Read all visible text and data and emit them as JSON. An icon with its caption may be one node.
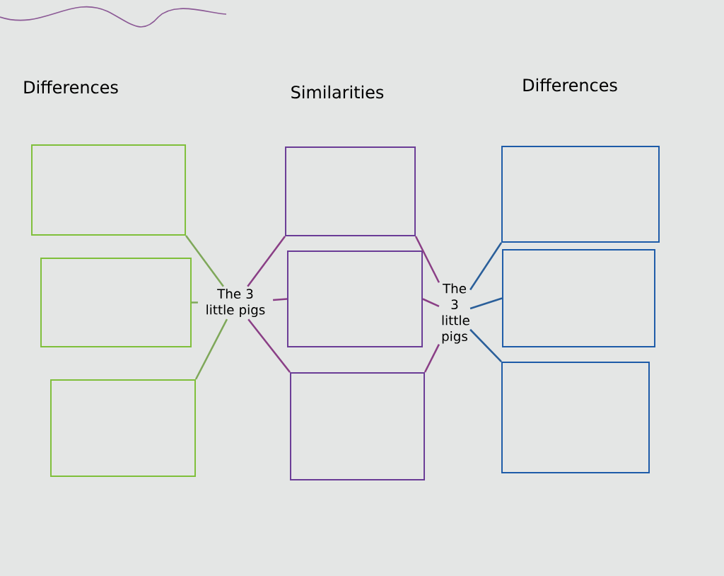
{
  "diagram": {
    "nodes": [
      {
        "text": [],
        "shape": "box"
      },
      {
        "text": [],
        "shape": "box"
      },
      {
        "text": [],
        "shape": "box"
      },
      {
        "text": [
          "The 3 little pigs"
        ]
      },
      {
        "text": [],
        "shape": "box"
      },
      {
        "text": [],
        "shape": "box"
      },
      {
        "text": [],
        "shape": "box"
      },
      {
        "text": [
          "The 3 little pigs"
        ]
      },
      {
        "text": [],
        "shape": "box"
      },
      {
        "text": [],
        "shape": "box"
      },
      {
        "text": [],
        "shape": "box"
      }
    ],
    "edges": [
      {
        "from": 3,
        "to": 0,
        "arrow": "none",
        "color": "#7fa85a"
      },
      {
        "from": 3,
        "to": 1,
        "arrow": "none",
        "color": "#7fa85a"
      },
      {
        "from": 3,
        "to": 2,
        "arrow": "none",
        "color": "#7fa85a"
      },
      {
        "from": 3,
        "to": 4,
        "arrow": "none",
        "color": "#8a3f86"
      },
      {
        "from": 3,
        "to": 5,
        "arrow": "none",
        "color": "#8a3f86"
      },
      {
        "from": 3,
        "to": 6,
        "arrow": "none",
        "color": "#8a3f86"
      },
      {
        "from": 7,
        "to": 4,
        "arrow": "none",
        "color": "#8a3f86"
      },
      {
        "from": 7,
        "to": 5,
        "arrow": "none",
        "color": "#8a3f86"
      },
      {
        "from": 7,
        "to": 6,
        "arrow": "none",
        "color": "#8a3f86"
      },
      {
        "from": 7,
        "to": 8,
        "arrow": "none",
        "color": "#2a5f9a"
      },
      {
        "from": 7,
        "to": 9,
        "arrow": "none",
        "color": "#2a5f9a"
      },
      {
        "from": 7,
        "to": 10,
        "arrow": "none",
        "color": "#2a5f9a"
      }
    ],
    "labels": [
      "Differences",
      "Similarities",
      "Differences"
    ]
  }
}
